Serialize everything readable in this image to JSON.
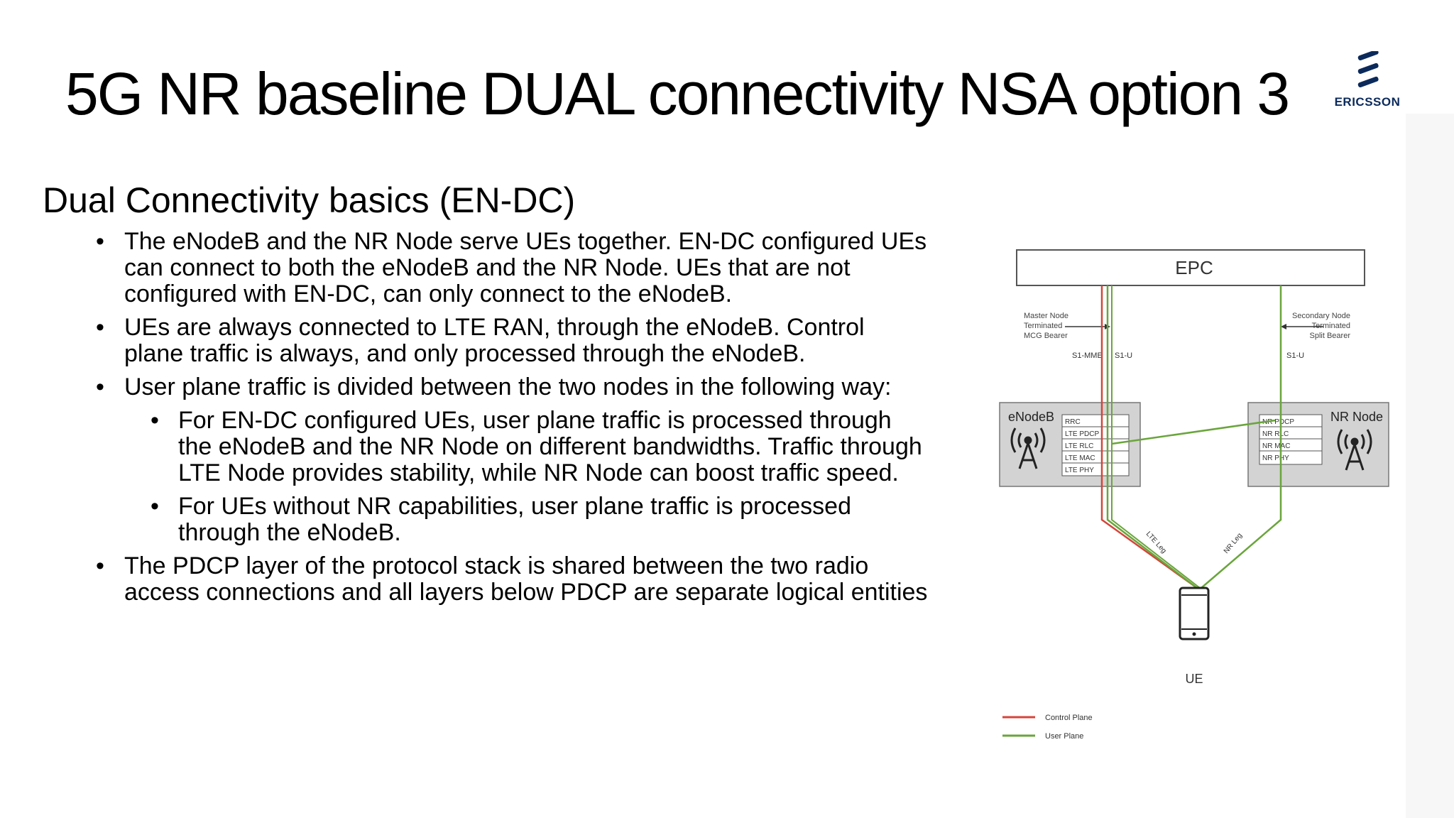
{
  "slide": {
    "title": "5G NR baseline DUAL connectivity NSA option 3",
    "logo_text": "ERICSSON",
    "subtitle": "Dual Connectivity basics (EN-DC)",
    "bullets": [
      "The eNodeB and the NR Node serve UEs together. EN-DC configured UEs can connect to both the eNodeB and the NR Node. UEs that are not configured with EN-DC, can only connect to the eNodeB.",
      "UEs are always connected to LTE RAN, through the eNodeB. Control plane traffic is always, and only processed through the eNodeB.",
      "User plane traffic is divided between the two nodes in the following way:",
      "For EN-DC configured UEs, user plane traffic is processed through the eNodeB and the NR Node on different bandwidths. Traffic through LTE Node provides stability, while NR Node can boost traffic speed.",
      "For UEs without NR capabilities, user plane traffic is processed through the eNodeB.",
      "The PDCP layer of the protocol stack is shared between the two radio access connections and all layers below PDCP are separate logical entities"
    ]
  },
  "diagram": {
    "epc": "EPC",
    "master_note": [
      "Master Node",
      "Terminated",
      "MCG Bearer"
    ],
    "secondary_note": [
      "Secondary Node",
      "Terminated",
      "Split Bearer"
    ],
    "s1_mme": "S1-MME",
    "s1_u_left": "S1-U",
    "s1_u_right": "S1-U",
    "enodeb": "eNodeB",
    "nr_node": "NR Node",
    "lte_stack": [
      "RRC",
      "LTE PDCP",
      "LTE RLC",
      "LTE MAC",
      "LTE PHY"
    ],
    "nr_stack": [
      "NR PDCP",
      "NR RLC",
      "NR MAC",
      "NR PHY"
    ],
    "lte_leg": "LTE Leg",
    "nr_leg": "NR Leg",
    "ue": "UE",
    "legend_control": "Control Plane",
    "legend_user": "User Plane",
    "colors": {
      "control_plane": "#d4453c",
      "user_plane": "#6aa53c",
      "node_fill": "#d3d3d3"
    }
  }
}
